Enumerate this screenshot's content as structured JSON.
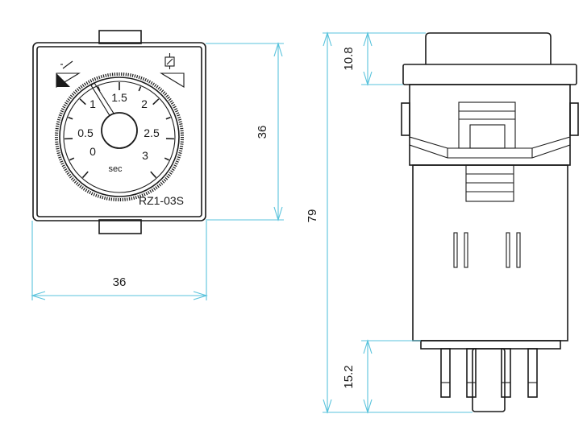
{
  "front_view": {
    "model": "RZ1-03S",
    "unit": "sec",
    "scale_labels": [
      "0",
      "0.5",
      "1",
      "1.5",
      "2",
      "2.5",
      "3"
    ],
    "icons": [
      "switch-symbol-icon",
      "relay-coil-icon"
    ]
  },
  "dimensions": {
    "front_width": "36",
    "front_height": "36",
    "total_height": "79",
    "flange_height": "10.8",
    "pin_length": "15.2"
  },
  "colors": {
    "outline": "#1a1a1a",
    "dimension": "#59c3dc",
    "background": "#ffffff"
  }
}
